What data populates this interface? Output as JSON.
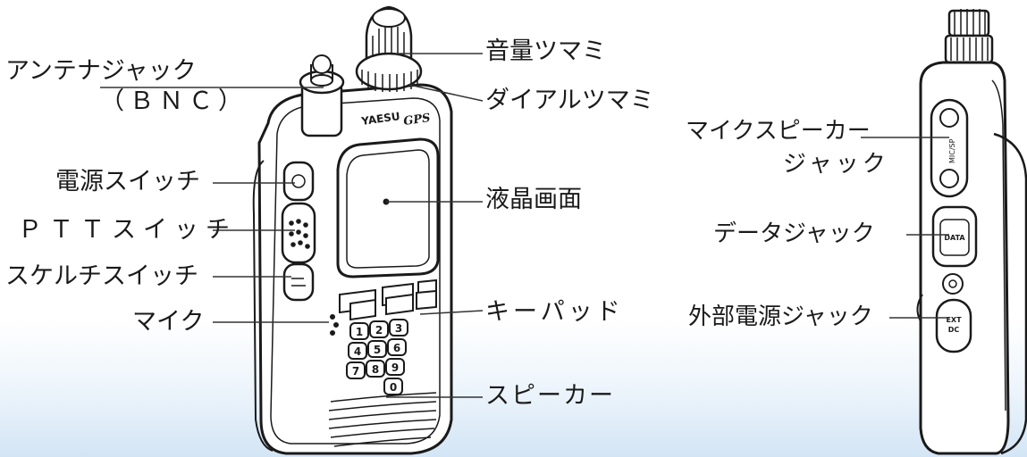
{
  "front_labels": {
    "antenna_jack_line1": "アンテナジャック",
    "antenna_jack_line2": "（ＢＮＣ）",
    "power_switch": "電源スイッチ",
    "ptt_switch": "ＰＴＴスイッチ",
    "squelch_switch": "スケルチスイッチ",
    "mic": "マイク",
    "volume_knob": "音量ツマミ",
    "dial_knob": "ダイアルツマミ",
    "lcd_screen": "液晶画面",
    "keypad": "キーパッド",
    "speaker": "スピーカー"
  },
  "side_labels": {
    "mic_speaker_jack_line1": "マイクスピーカー",
    "mic_speaker_jack_line2": "ジャック",
    "data_jack": "データジャック",
    "ext_power_jack": "外部電源ジャック"
  },
  "device_markings": {
    "brand": "YAESU",
    "gps": "GPS",
    "side_data": "DATA",
    "side_ext_line1": "EXT",
    "side_ext_line2": "DC",
    "side_mic": "MIC/SP"
  },
  "keypad_keys": [
    "1",
    "2",
    "3",
    "4",
    "5",
    "6",
    "7",
    "8",
    "9",
    "0"
  ],
  "colors": {
    "outline": "#1a1a1a",
    "leader": "#333333",
    "bottom_tint": "#c4dcf2"
  }
}
